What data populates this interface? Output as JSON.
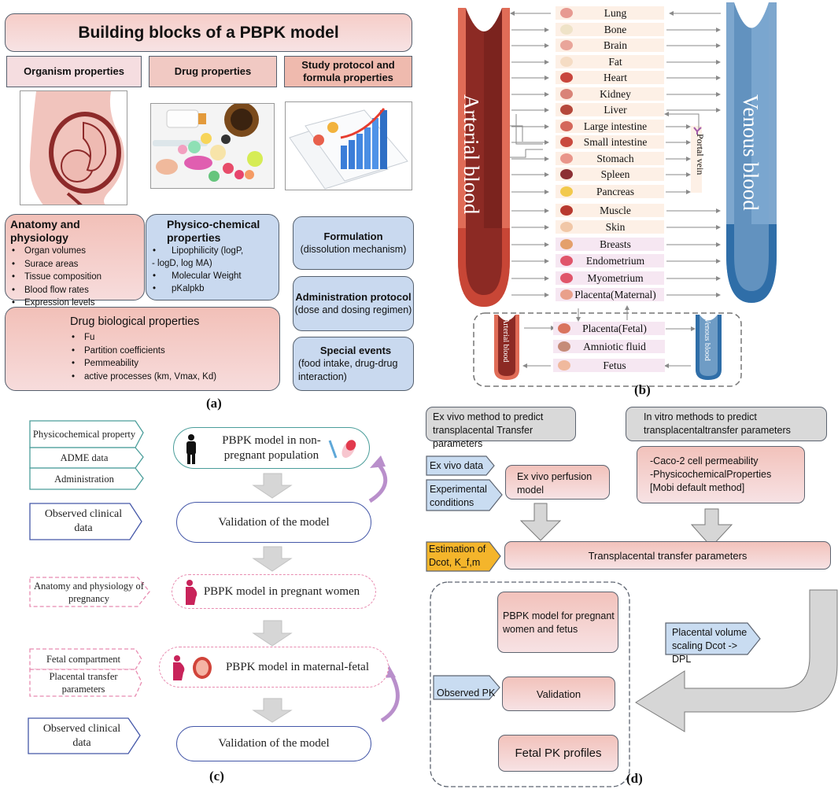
{
  "panel_a": {
    "title": "Building blocks of a PBPK model",
    "headers": [
      "Organism properties",
      "Drug properties",
      "Study protocol and formula properties"
    ],
    "images": [
      "pregnant-woman-fetus-illustration",
      "pills-syringe-photo",
      "report-chart-photo"
    ],
    "anatomy": {
      "title": "Anatomy and physiology",
      "items": [
        "Organ volumes",
        "Surace areas",
        "Tissue composition",
        "Blood flow rates",
        "Expression levels"
      ]
    },
    "physchem": {
      "title_line1": "Physico-chemical",
      "title_line2": "properties",
      "items": [
        "Lipophilicity (logP,",
        "- logD, log MA)",
        "Molecular Weight",
        "pKalpkb"
      ]
    },
    "drug_bio": {
      "title": "Drug biological properties",
      "items": [
        "Fu",
        "Partition coefficients",
        "Pemmeability",
        "active processes (km, Vmax, Kd)"
      ]
    },
    "formulation": {
      "title": "Formulation",
      "sub": "(dissolution mechanism)"
    },
    "administration": {
      "title": "Administration protocol",
      "sub": "(dose and dosing regimen)"
    },
    "special": {
      "title": "Special events",
      "sub": "(food intake, drug-drug interaction)"
    },
    "label": "(a)"
  },
  "panel_b": {
    "arterial_label": "Arterial blood",
    "venous_label": "Venous blood",
    "portal_label": "Portal vein",
    "organs": [
      {
        "name": "Lung",
        "icon": "lung-icon",
        "color": "#e79a91",
        "style": "beige"
      },
      {
        "name": "Bone",
        "icon": "bone-icon",
        "color": "#efe3c8",
        "style": "beige"
      },
      {
        "name": "Brain",
        "icon": "brain-icon",
        "color": "#e9a59a",
        "style": "beige"
      },
      {
        "name": "Fat",
        "icon": "fat-icon",
        "color": "#f5dcc4",
        "style": "beige"
      },
      {
        "name": "Heart",
        "icon": "heart-icon",
        "color": "#c8453c",
        "style": "beige"
      },
      {
        "name": "Kidney",
        "icon": "kidney-icon",
        "color": "#d98377",
        "style": "beige"
      },
      {
        "name": "Liver",
        "icon": "liver-icon",
        "color": "#b5483b",
        "style": "beige"
      },
      {
        "name": "Large intestine",
        "icon": "large-intestine-icon",
        "color": "#d4675a",
        "style": "beige"
      },
      {
        "name": "Small intestine",
        "icon": "small-intestine-icon",
        "color": "#c94a3f",
        "style": "beige"
      },
      {
        "name": "Stomach",
        "icon": "stomach-icon",
        "color": "#e9958a",
        "style": "beige"
      },
      {
        "name": "Spleen",
        "icon": "spleen-icon",
        "color": "#8c2f34",
        "style": "beige"
      },
      {
        "name": "Pancreas",
        "icon": "pancreas-icon",
        "color": "#f2c94c",
        "style": "beige"
      },
      {
        "name": "Muscle",
        "icon": "muscle-icon",
        "color": "#b8392f",
        "style": "beige"
      },
      {
        "name": "Skin",
        "icon": "skin-icon",
        "color": "#f1c7a7",
        "style": "beige"
      },
      {
        "name": "Breasts",
        "icon": "breast-icon",
        "color": "#e4a06b",
        "style": "pink"
      },
      {
        "name": "Endometrium",
        "icon": "uterus-icon",
        "color": "#e0556a",
        "style": "pink"
      },
      {
        "name": "Myometrium",
        "icon": "uterus-icon",
        "color": "#e0556a",
        "style": "pink"
      },
      {
        "name": "Placenta(Maternal)",
        "icon": "placenta-icon",
        "color": "#e9a08b",
        "style": "pink"
      }
    ],
    "fetal": {
      "arterial_label": "Arterial blood",
      "venous_label": "Venous blood",
      "organs": [
        {
          "name": "Placenta(Fetal)",
          "icon": "placenta-icon",
          "color": "#d9745e"
        },
        {
          "name": "Amniotic fluid",
          "icon": "amniotic-icon",
          "color": "#c58b79"
        },
        {
          "name": "Fetus",
          "icon": "fetus-icon",
          "color": "#f0b99d"
        }
      ]
    },
    "colors": {
      "arterial": "#c0392b",
      "arterial_dark": "#8e2a24",
      "venous": "#6f9cc5",
      "venous_dark": "#2f6ea8"
    },
    "label": "(b)"
  },
  "panel_c": {
    "inputs_1": [
      "Physicochemical property",
      "ADME data",
      "Administration"
    ],
    "model_1": "PBPK model in non-pregnant population",
    "observed_1": "Observed clinical data",
    "validation_1": "Validation of the model",
    "input_2": "Anatomy and physiology of pregnancy",
    "model_2": "PBPK model in pregnant women",
    "inputs_3": [
      "Fetal compartment",
      "Placental transfer parameters"
    ],
    "model_3": "PBPK model in maternal-fetal",
    "observed_2": "Observed clinical data",
    "validation_2": "Validation of the model",
    "colors": {
      "teal": "#4a9d9a",
      "navy": "#4457a8",
      "pink_dash": "#e88bb0",
      "magenta": "#c8235a",
      "loop": "#b98fcb"
    },
    "label": "(c)"
  },
  "panel_d": {
    "ex_vivo_header": "Ex vivo method to predict transplacental Transfer parameters",
    "in_vitro_header": "In vitro methods to predict transplacentaltransfer parameters",
    "ex_vivo_data": "Ex vivo data",
    "experimental_conditions": "Experimental conditions",
    "ex_vivo_model": "Ex vivo perfusion model",
    "in_vitro_methods": [
      "-Caco-2 cell permeability",
      "-PhysicochemicalProperties",
      "[Mobi default method]"
    ],
    "estimation": "Estimation of Dcot, K_f,m",
    "transfer_params": "Transplacental transfer parameters",
    "pbpk_model": "PBPK model for pregnant women and fetus",
    "observed_pk": "Observed PK",
    "validation": "Validation",
    "fetal_pk": "Fetal PK profiles",
    "scaling": "Placental volume scaling Dcot -> DPL",
    "colors": {
      "grey": "#d9d9d9",
      "blue": "#c9dcf1",
      "orange": "#f4b52b"
    },
    "label": "(d)"
  }
}
